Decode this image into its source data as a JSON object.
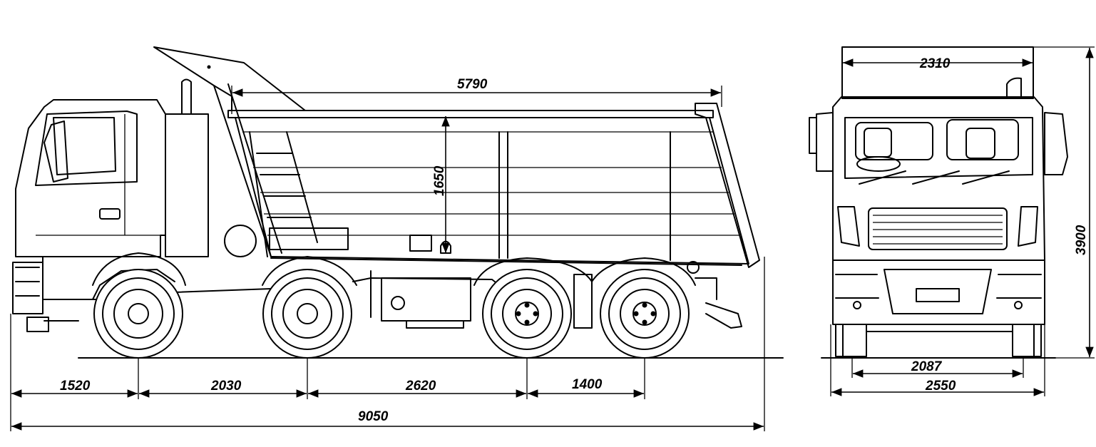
{
  "dimensions": {
    "front_overhang": "1520",
    "wheelbase_1_2": "2030",
    "wheelbase_2_3": "2620",
    "wheelbase_3_4": "1400",
    "overall_length": "9050",
    "body_length": "5790",
    "body_height": "1650",
    "body_width": "2310",
    "overall_height": "3900",
    "track_width": "2087",
    "overall_width": "2550"
  }
}
